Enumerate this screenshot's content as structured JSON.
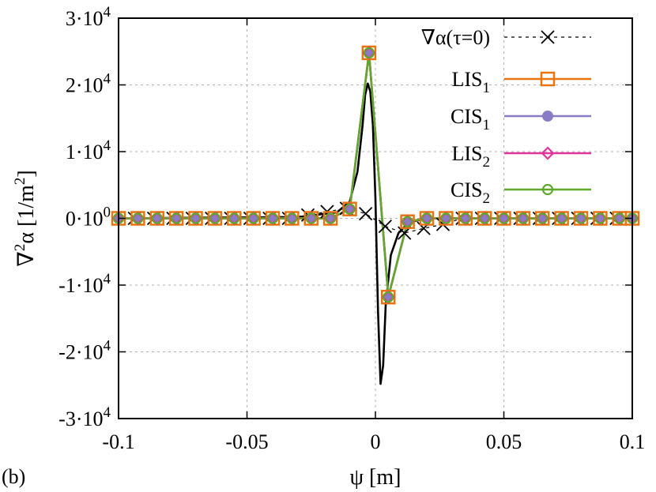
{
  "chart_data": {
    "type": "line",
    "panel_label": "(b)",
    "xlabel": "ψ [m]",
    "ylabel": "∇²α [1/m²]",
    "xlim": [
      -0.1,
      0.1
    ],
    "ylim": [
      -30000,
      30000
    ],
    "x_ticks": [
      -0.1,
      -0.05,
      0,
      0.05,
      0.1
    ],
    "x_tick_labels": [
      "-0.1",
      "-0.05",
      "0",
      "0.05",
      "0.1"
    ],
    "y_ticks": [
      30000,
      20000,
      10000,
      0,
      -10000,
      -20000,
      -30000
    ],
    "y_tick_labels": [
      {
        "mantissa": "3·10",
        "exp": "4"
      },
      {
        "mantissa": "2·10",
        "exp": "4"
      },
      {
        "mantissa": "1·10",
        "exp": "4"
      },
      {
        "mantissa": "0·10",
        "exp": "0"
      },
      {
        "mantissa": "-1·10",
        "exp": "4"
      },
      {
        "mantissa": "-2·10",
        "exp": "4"
      },
      {
        "mantissa": "-3·10",
        "exp": "4"
      }
    ],
    "grid": true,
    "legend_position": "top-right",
    "reference_curve": {
      "color": "#000000",
      "x": [
        -0.1,
        -0.03,
        -0.015,
        -0.01,
        -0.007,
        -0.005,
        -0.004,
        -0.003,
        -0.002,
        -0.001,
        0,
        0.001,
        0.002,
        0.003,
        0.004,
        0.006,
        0.009,
        0.013,
        0.02,
        0.03,
        0.1
      ],
      "y": [
        0,
        200,
        900,
        2500,
        7000,
        14000,
        18500,
        20200,
        19000,
        14000,
        3000,
        -14000,
        -24800,
        -22000,
        -13000,
        -5500,
        -2200,
        -600,
        0,
        0,
        0
      ]
    },
    "series": [
      {
        "name_base": "∇α(τ=0)",
        "name_sub": "",
        "color": "#000000",
        "marker": "x",
        "line": "dashed",
        "x": [
          -0.0938,
          -0.0863,
          -0.0788,
          -0.0713,
          -0.0638,
          -0.0563,
          -0.0488,
          -0.0413,
          -0.0338,
          -0.0263,
          -0.0188,
          -0.0113,
          -0.0038,
          0.0038,
          0.0113,
          0.0188,
          0.0263,
          0.0338,
          0.0413,
          0.0488,
          0.0563,
          0.0638,
          0.0713,
          0.0788,
          0.0863,
          0.0938
        ],
        "y": [
          0,
          0,
          0,
          0,
          0,
          0,
          0,
          0,
          0,
          500,
          1000,
          1500,
          700,
          -1200,
          -2200,
          -1500,
          -900,
          0,
          0,
          0,
          0,
          0,
          0,
          0,
          0,
          0
        ]
      },
      {
        "name_base": "LIS",
        "name_sub": "1",
        "color": "#e8730f",
        "marker": "square-open",
        "line": "solid",
        "x": [
          -0.1,
          -0.0925,
          -0.085,
          -0.0775,
          -0.07,
          -0.0625,
          -0.055,
          -0.0475,
          -0.04,
          -0.0325,
          -0.025,
          -0.0175,
          -0.01,
          -0.0025,
          0.005,
          0.0125,
          0.02,
          0.0275,
          0.035,
          0.0425,
          0.05,
          0.0575,
          0.065,
          0.0725,
          0.08,
          0.0875,
          0.095,
          0.1
        ],
        "y": [
          0,
          0,
          0,
          0,
          0,
          0,
          0,
          0,
          0,
          0,
          0,
          0,
          1400,
          24800,
          -11800,
          -500,
          0,
          0,
          0,
          0,
          0,
          0,
          0,
          0,
          0,
          0,
          0,
          0
        ]
      },
      {
        "name_base": "CIS",
        "name_sub": "1",
        "color": "#8a7cc4",
        "marker": "circle-filled",
        "line": "solid",
        "x": [
          -0.1,
          -0.0925,
          -0.085,
          -0.0775,
          -0.07,
          -0.0625,
          -0.055,
          -0.0475,
          -0.04,
          -0.0325,
          -0.025,
          -0.0175,
          -0.01,
          -0.0025,
          0.005,
          0.0125,
          0.02,
          0.0275,
          0.035,
          0.0425,
          0.05,
          0.0575,
          0.065,
          0.0725,
          0.08,
          0.0875,
          0.095,
          0.1
        ],
        "y": [
          0,
          0,
          0,
          0,
          0,
          0,
          0,
          0,
          0,
          0,
          0,
          0,
          1400,
          24800,
          -11800,
          -500,
          0,
          0,
          0,
          0,
          0,
          0,
          0,
          0,
          0,
          0,
          0,
          0
        ]
      },
      {
        "name_base": "LIS",
        "name_sub": "2",
        "color": "#e0359a",
        "marker": "diamond-open",
        "line": "solid",
        "x": [
          -0.1,
          -0.0925,
          -0.085,
          -0.0775,
          -0.07,
          -0.0625,
          -0.055,
          -0.0475,
          -0.04,
          -0.0325,
          -0.025,
          -0.0175,
          -0.01,
          -0.0025,
          0.005,
          0.0125,
          0.02,
          0.0275,
          0.035,
          0.0425,
          0.05,
          0.0575,
          0.065,
          0.0725,
          0.08,
          0.0875,
          0.095,
          0.1
        ],
        "y": [
          0,
          0,
          0,
          0,
          0,
          0,
          0,
          0,
          0,
          0,
          0,
          0,
          1400,
          24800,
          -11800,
          -500,
          0,
          0,
          0,
          0,
          0,
          0,
          0,
          0,
          0,
          0,
          0,
          0
        ]
      },
      {
        "name_base": "CIS",
        "name_sub": "2",
        "color": "#5fa82c",
        "marker": "circle-open",
        "line": "solid",
        "x": [
          -0.1,
          -0.0925,
          -0.085,
          -0.0775,
          -0.07,
          -0.0625,
          -0.055,
          -0.0475,
          -0.04,
          -0.0325,
          -0.025,
          -0.0175,
          -0.01,
          -0.0025,
          0.005,
          0.0125,
          0.02,
          0.0275,
          0.035,
          0.0425,
          0.05,
          0.0575,
          0.065,
          0.0725,
          0.08,
          0.0875,
          0.095,
          0.1
        ],
        "y": [
          0,
          0,
          0,
          0,
          0,
          0,
          0,
          0,
          0,
          0,
          0,
          0,
          1400,
          24800,
          -11800,
          -500,
          0,
          0,
          0,
          0,
          0,
          0,
          0,
          0,
          0,
          0,
          0,
          0
        ]
      }
    ]
  }
}
